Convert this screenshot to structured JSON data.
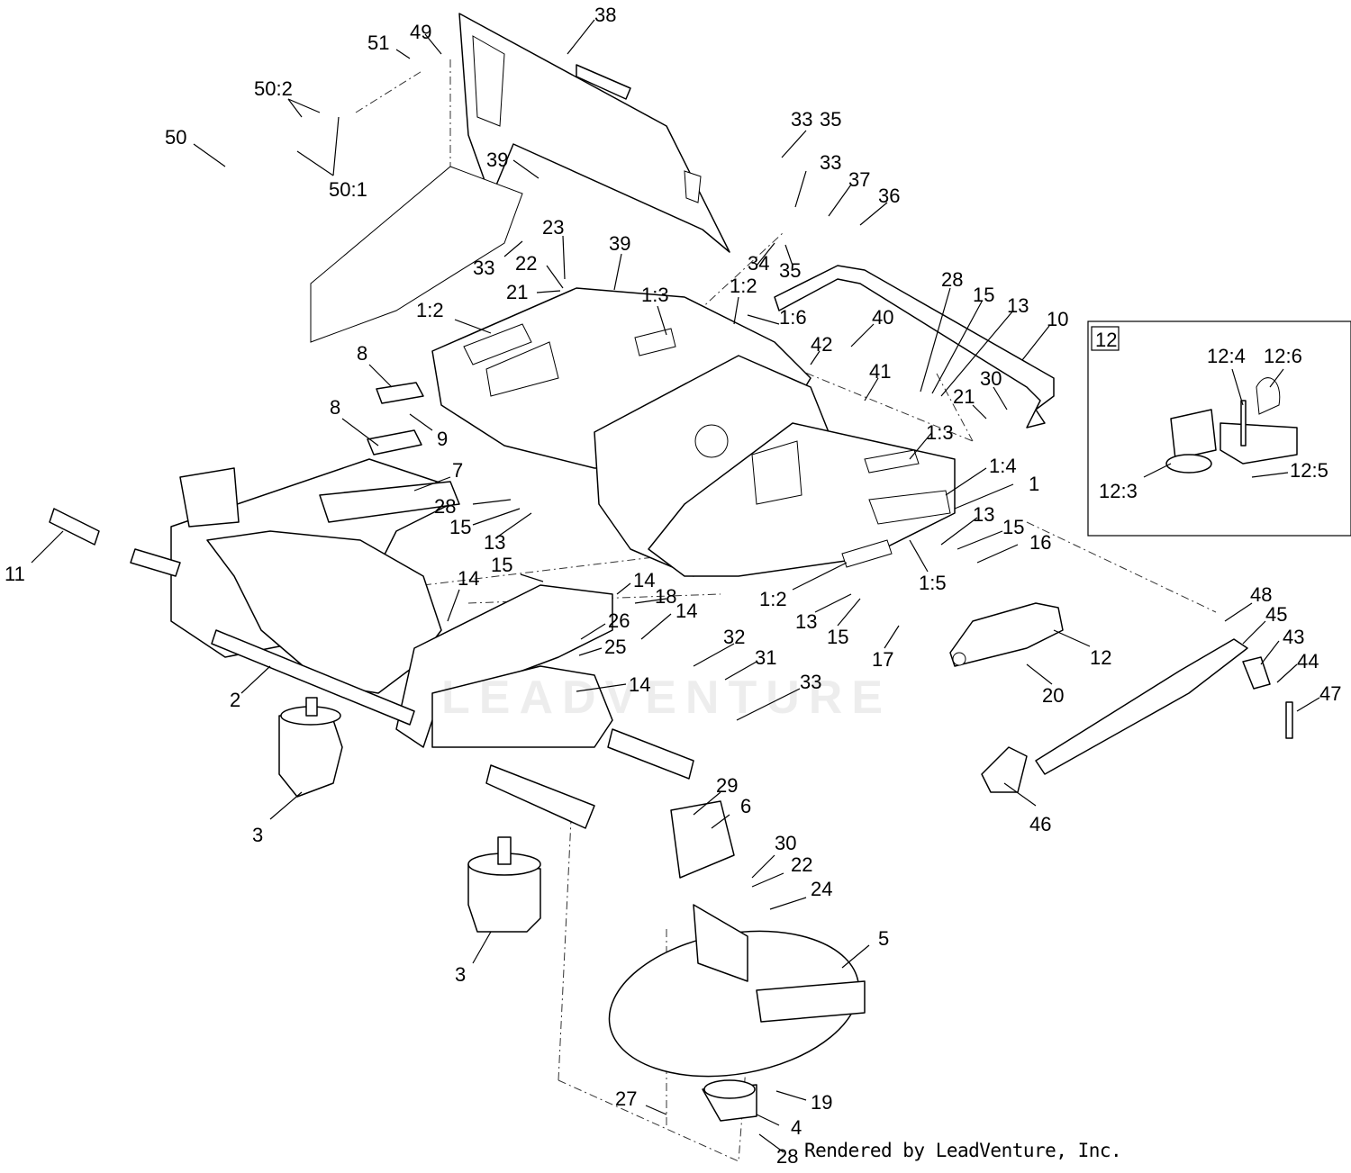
{
  "footer": {
    "credit": "Rendered by LeadVenture, Inc."
  },
  "watermark": {
    "text": "LEADVENTURE"
  },
  "inset": {
    "label": "12"
  },
  "callouts": [
    "51",
    "49",
    "38",
    "50:2",
    "50",
    "50:1",
    "39",
    "23",
    "33",
    "22",
    "21",
    "39",
    "1:2",
    "1:3",
    "1:2",
    "33",
    "35",
    "33",
    "37",
    "36",
    "34",
    "35",
    "1:6",
    "40",
    "42",
    "41",
    "28",
    "15",
    "13",
    "10",
    "21",
    "30",
    "8",
    "8",
    "9",
    "7",
    "28",
    "15",
    "13",
    "11",
    "14",
    "15",
    "14",
    "18",
    "14",
    "26",
    "25",
    "2",
    "14",
    "1:3",
    "1:4",
    "1",
    "13",
    "15",
    "16",
    "1:5",
    "1:2",
    "13",
    "15",
    "17",
    "32",
    "31",
    "33",
    "12",
    "20",
    "48",
    "45",
    "43",
    "44",
    "47",
    "46",
    "3",
    "3",
    "29",
    "6",
    "30",
    "22",
    "24",
    "5",
    "27",
    "19",
    "4",
    "28",
    "12:4",
    "12:6",
    "12:3",
    "12:5"
  ]
}
